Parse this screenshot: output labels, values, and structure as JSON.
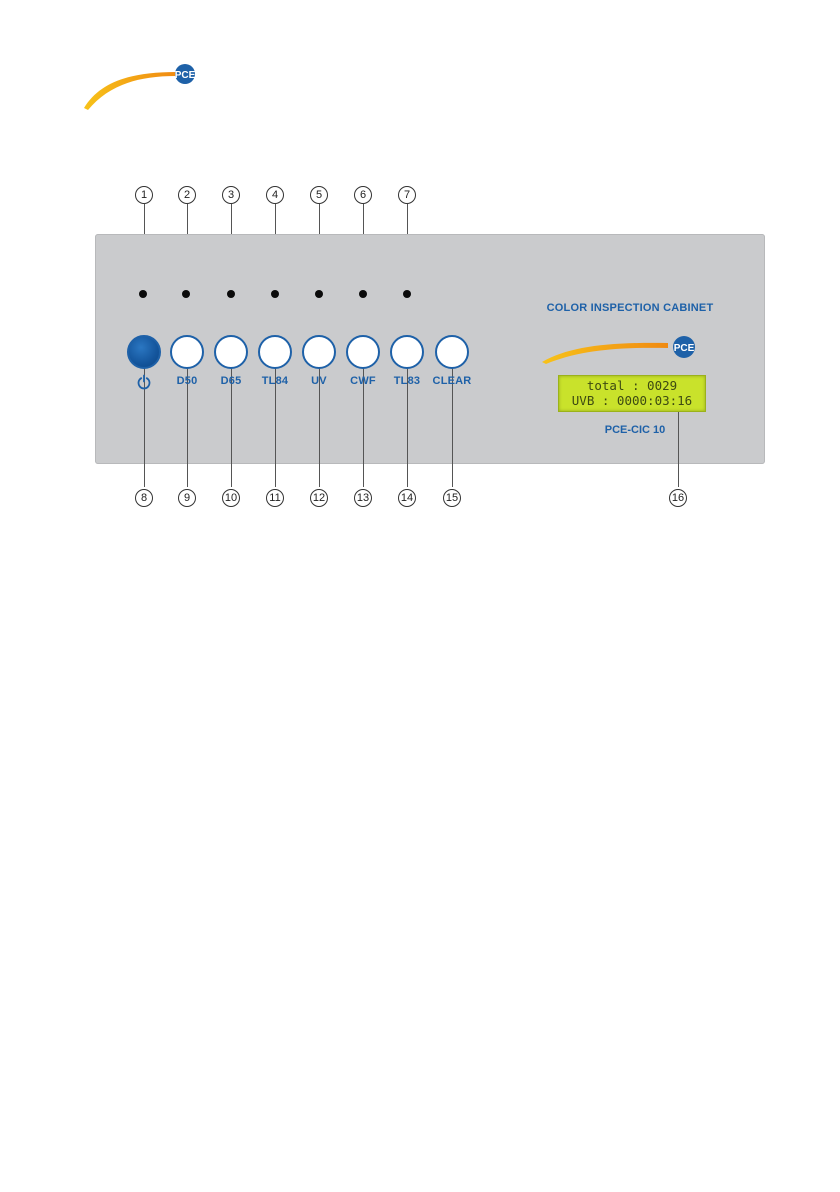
{
  "header": {
    "logo_text": "PCE"
  },
  "panel": {
    "title": "COLOR INSPECTION CABINET",
    "logo_text": "PCE",
    "model": "PCE-CIC 10",
    "buttons": [
      {
        "label": "",
        "icon": "power-icon"
      },
      {
        "label": "D50"
      },
      {
        "label": "D65"
      },
      {
        "label": "TL84"
      },
      {
        "label": "UV"
      },
      {
        "label": "CWF"
      },
      {
        "label": "TL83"
      },
      {
        "label": "CLEAR"
      }
    ],
    "display": {
      "line1": "total : 0029",
      "line2": "UVB : 0000:03:16"
    }
  },
  "callouts": {
    "top": [
      "1",
      "2",
      "3",
      "4",
      "5",
      "6",
      "7"
    ],
    "bottom": [
      "8",
      "9",
      "10",
      "11",
      "12",
      "13",
      "14",
      "15",
      "16"
    ]
  },
  "colors": {
    "accent_blue": "#1e61a8",
    "panel_gray": "#cacbcd",
    "lcd_green": "#c9e22b",
    "logo_gradient": [
      "#f7c219",
      "#f08a12"
    ]
  }
}
